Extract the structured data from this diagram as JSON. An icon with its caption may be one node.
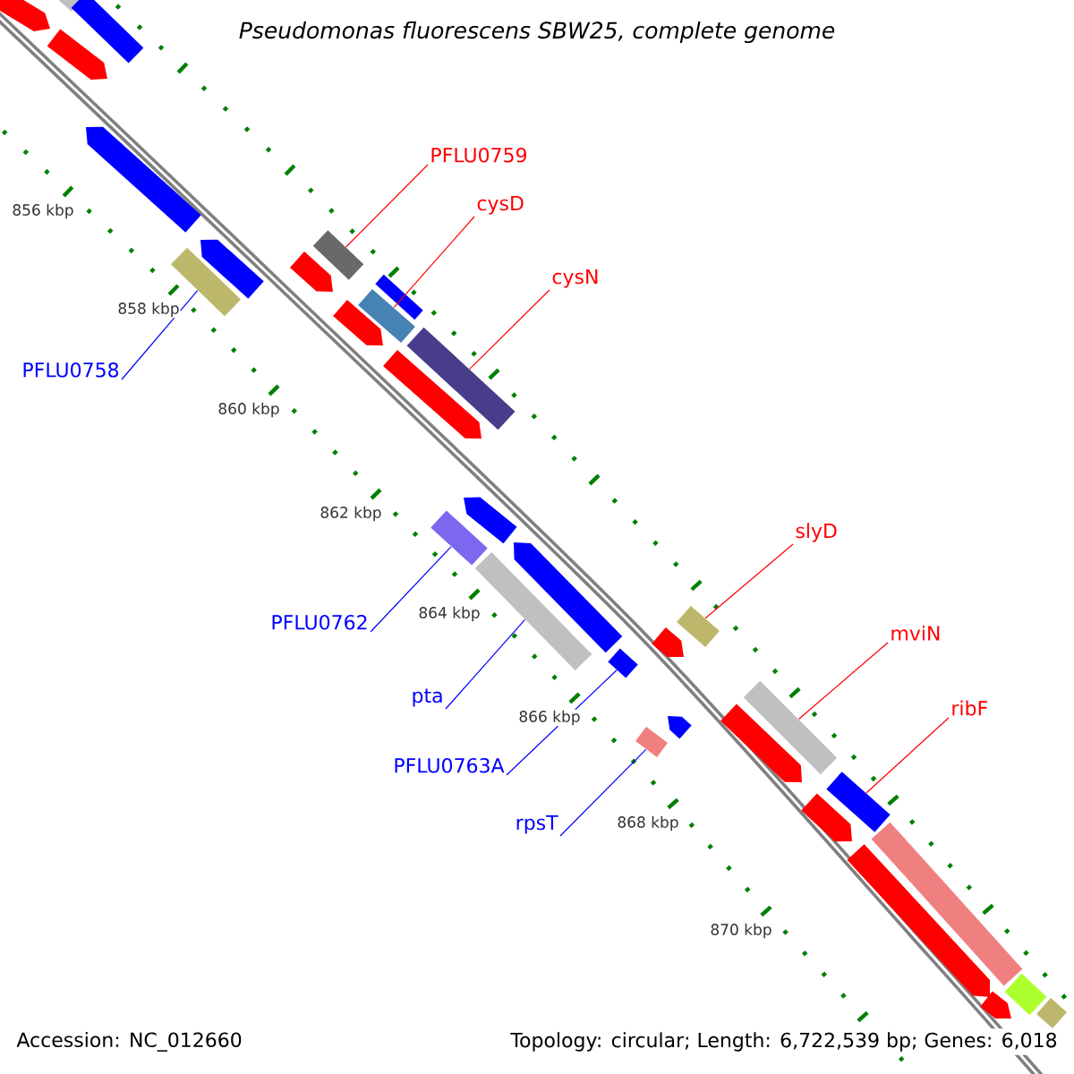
{
  "diagram": {
    "title": "*Pseudomonas fluorescens* SBW25, complete genome",
    "nodes": [
      {
        "text": [
          "PFLU0759"
        ]
      },
      {
        "text": [],
        "shape": "bar"
      },
      {
        "text": [
          "cysD"
        ]
      },
      {
        "text": [],
        "shape": "bar"
      },
      {
        "text": [
          "cysN"
        ]
      },
      {
        "text": [],
        "shape": "bar"
      },
      {
        "text": [
          "PFLU0758"
        ]
      },
      {
        "text": [],
        "shape": "bar"
      },
      {
        "text": [
          "slyD"
        ]
      },
      {
        "text": [],
        "shape": "bar"
      },
      {
        "text": [
          "PFLU0762"
        ]
      },
      {
        "text": [],
        "shape": "bar"
      },
      {
        "text": [
          "mviN"
        ]
      },
      {
        "text": [],
        "shape": "bar"
      },
      {
        "text": [
          "pta"
        ]
      },
      {
        "text": [],
        "shape": "bar"
      },
      {
        "text": [
          "ribF"
        ]
      },
      {
        "text": [],
        "shape": "bar"
      },
      {
        "text": [
          "PFLU0763A"
        ]
      },
      {
        "text": [],
        "shape": "bar"
      },
      {
        "text": [
          "rpsT"
        ]
      },
      {
        "text": [],
        "shape": "bar"
      },
      {
        "text": [],
        "shape": "arrow"
      },
      {
        "text": [],
        "shape": "arrow"
      },
      {
        "text": [],
        "shape": "bar"
      },
      {
        "text": [],
        "shape": "bar"
      },
      {
        "text": [],
        "shape": "arrow"
      },
      {
        "text": [],
        "shape": "arrow"
      },
      {
        "text": [],
        "shape": "arrow"
      },
      {
        "text": [],
        "shape": "arrow"
      },
      {
        "text": [],
        "shape": "arrow"
      },
      {
        "text": [],
        "shape": "bar"
      },
      {
        "text": [],
        "shape": "arrow"
      },
      {
        "text": [],
        "shape": "arrow"
      },
      {
        "text": [],
        "shape": "arrow"
      },
      {
        "text": [],
        "shape": "arrow"
      },
      {
        "text": [],
        "shape": "arrow"
      },
      {
        "text": [],
        "shape": "arrow"
      },
      {
        "text": [],
        "shape": "bar"
      },
      {
        "text": [],
        "shape": "arrow"
      },
      {
        "text": [],
        "shape": "bar"
      },
      {
        "text": [],
        "shape": "bar"
      },
      {
        "text": [],
        "shape": "arrow"
      }
    ],
    "edges": [
      {
        "from": 0,
        "to": 1,
        "arrow": "none"
      },
      {
        "from": 2,
        "to": 3,
        "arrow": "none"
      },
      {
        "from": 4,
        "to": 5,
        "arrow": "none"
      },
      {
        "from": 6,
        "to": 7,
        "arrow": "none",
        "color": "#0000ff"
      },
      {
        "from": 8,
        "to": 9,
        "arrow": "none"
      },
      {
        "from": 10,
        "to": 11,
        "arrow": "none",
        "color": "#0000ff"
      },
      {
        "from": 12,
        "to": 13,
        "arrow": "none"
      },
      {
        "from": 14,
        "to": 15,
        "arrow": "none",
        "color": "#0000ff"
      },
      {
        "from": 16,
        "to": 17,
        "arrow": "none"
      },
      {
        "from": 18,
        "to": 19,
        "arrow": "none",
        "color": "#0000ff"
      },
      {
        "from": 20,
        "to": 21,
        "arrow": "none",
        "color": "#0000ff"
      }
    ],
    "labels": [
      "856 kbp",
      "858 kbp",
      "860 kbp",
      "862 kbp",
      "864 kbp",
      "866 kbp",
      "868 kbp",
      "870 kbp",
      "Accession: NC_012660",
      "Topology: circular; Length: 6,722,539 bp; Genes: 6,018"
    ]
  }
}
